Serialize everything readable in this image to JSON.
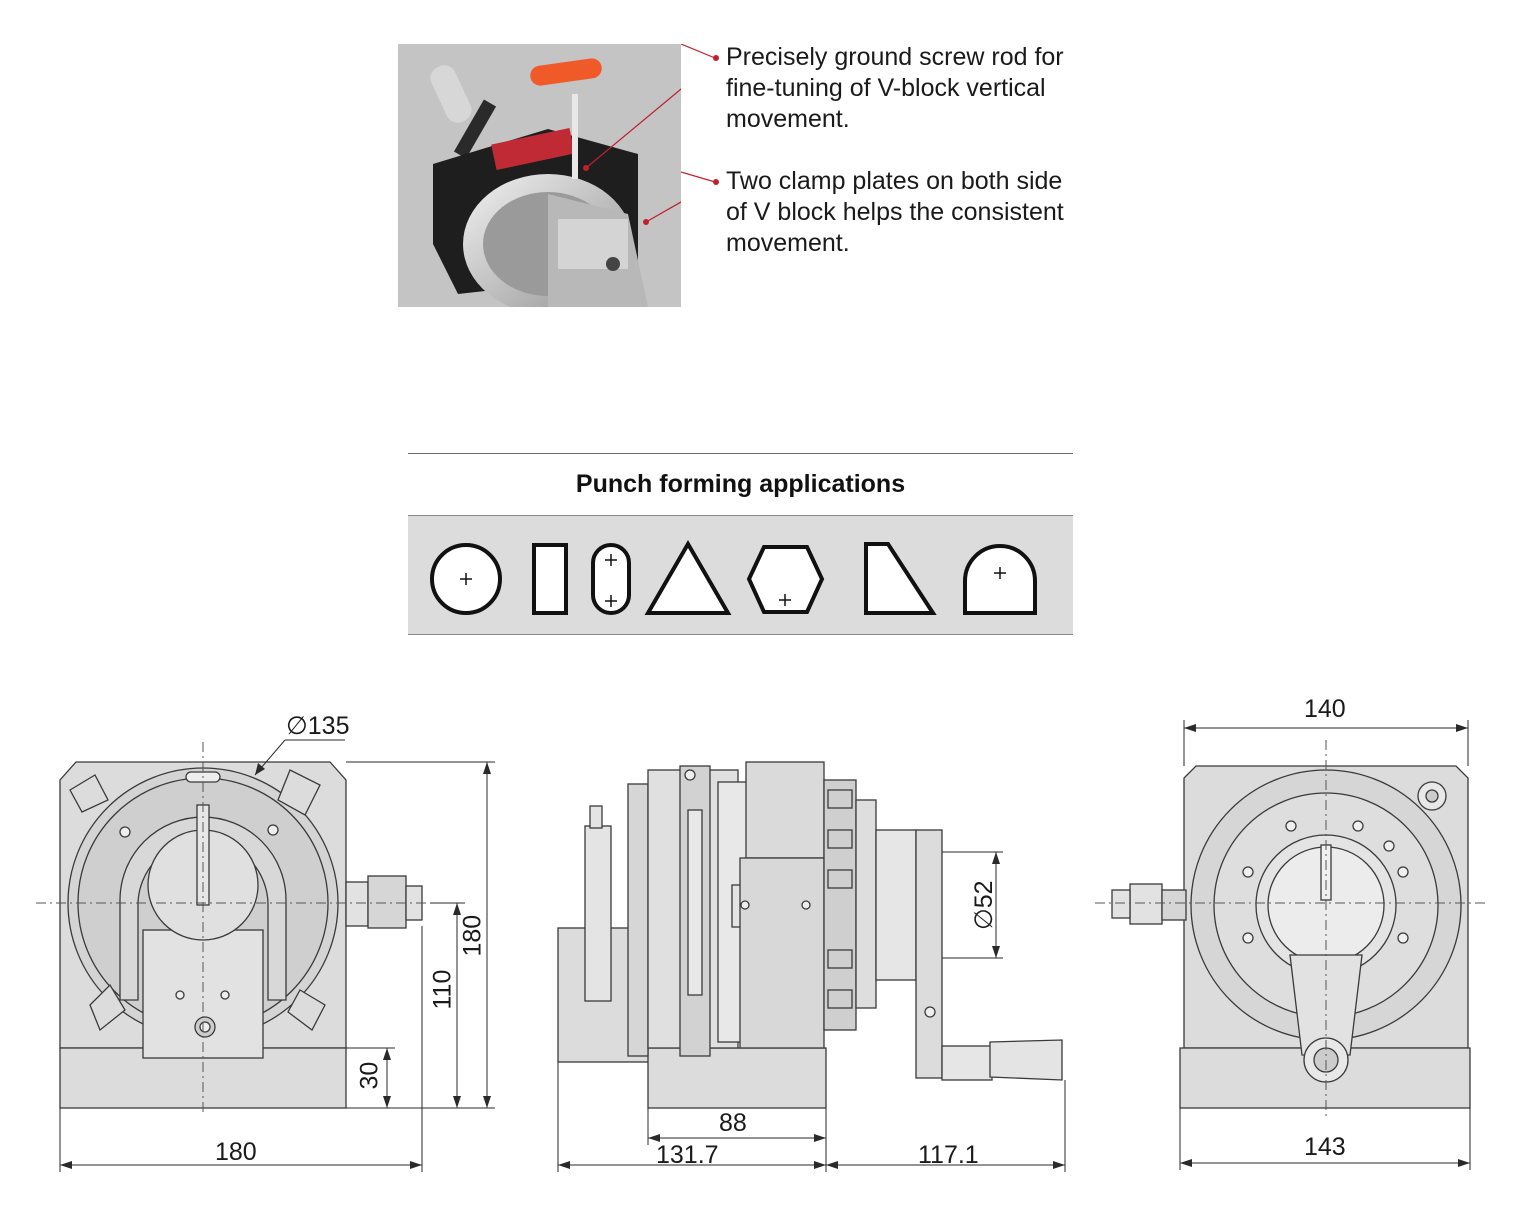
{
  "callouts": [
    {
      "text": "Precisely ground screw rod for\nfine-tuning of V-block vertical\nmovement."
    },
    {
      "text": "Two clamp plates on both side\nof V block helps the consistent\nmovement."
    }
  ],
  "applications": {
    "title": "Punch forming applications",
    "shapes": [
      "circle-icon",
      "rectangle-icon",
      "obround-icon",
      "triangle-icon",
      "hexagon-icon",
      "trapezoid-icon",
      "d-shape-icon"
    ]
  },
  "front_view": {
    "diameter": "∅135",
    "width": "180",
    "height": "180",
    "center_height": "110",
    "base_height": "30"
  },
  "side_view": {
    "diameter": "∅52",
    "base_length": "88",
    "left_length": "131.7",
    "right_length": "117.1"
  },
  "back_view": {
    "top_width": "140",
    "bottom_width": "143"
  },
  "colors": {
    "accent": "#c0202a",
    "band": "#dcdcdc",
    "part_fill": "#dddddd",
    "line": "#3a3a3a"
  }
}
